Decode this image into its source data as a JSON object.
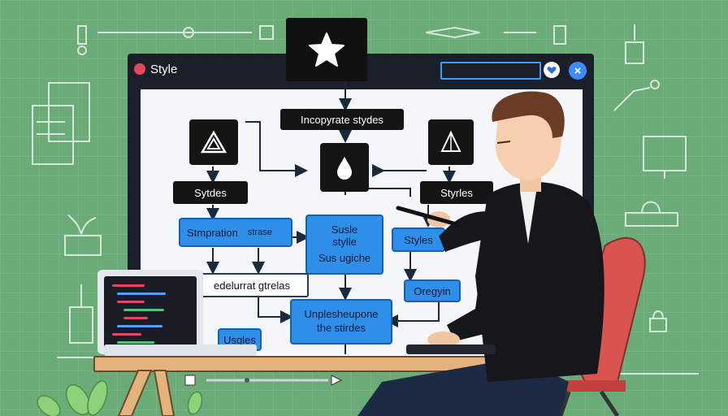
{
  "window": {
    "title": "Style"
  },
  "flow": {
    "top_label": "Incopyrate stydes",
    "left_label": "Sytdes",
    "right_label": "Styrles",
    "blue_left": "Stmpration",
    "blue_left_sub": "strase",
    "blue_center_line1": "Susle",
    "blue_center_line2": "stylle",
    "blue_center_line3": "Sus ugiche",
    "blue_right": "Styles",
    "white_left": "edelurrat gtrelas",
    "blue_right2": "Oregyin",
    "blue_bottom_line1": "Unplesheupone",
    "blue_bottom_line2": "the stirdes",
    "bottom_left": "Usgles"
  },
  "icons": {
    "window_close": "×",
    "star": "star-icon",
    "triangle": "triangle-icon",
    "drop": "water-drop-icon",
    "pyramid": "pyramid-icon"
  },
  "colors": {
    "background": "#6aab78",
    "accent": "#2e8fe8",
    "window": "#1b1f2a",
    "chair": "#d9534f"
  }
}
